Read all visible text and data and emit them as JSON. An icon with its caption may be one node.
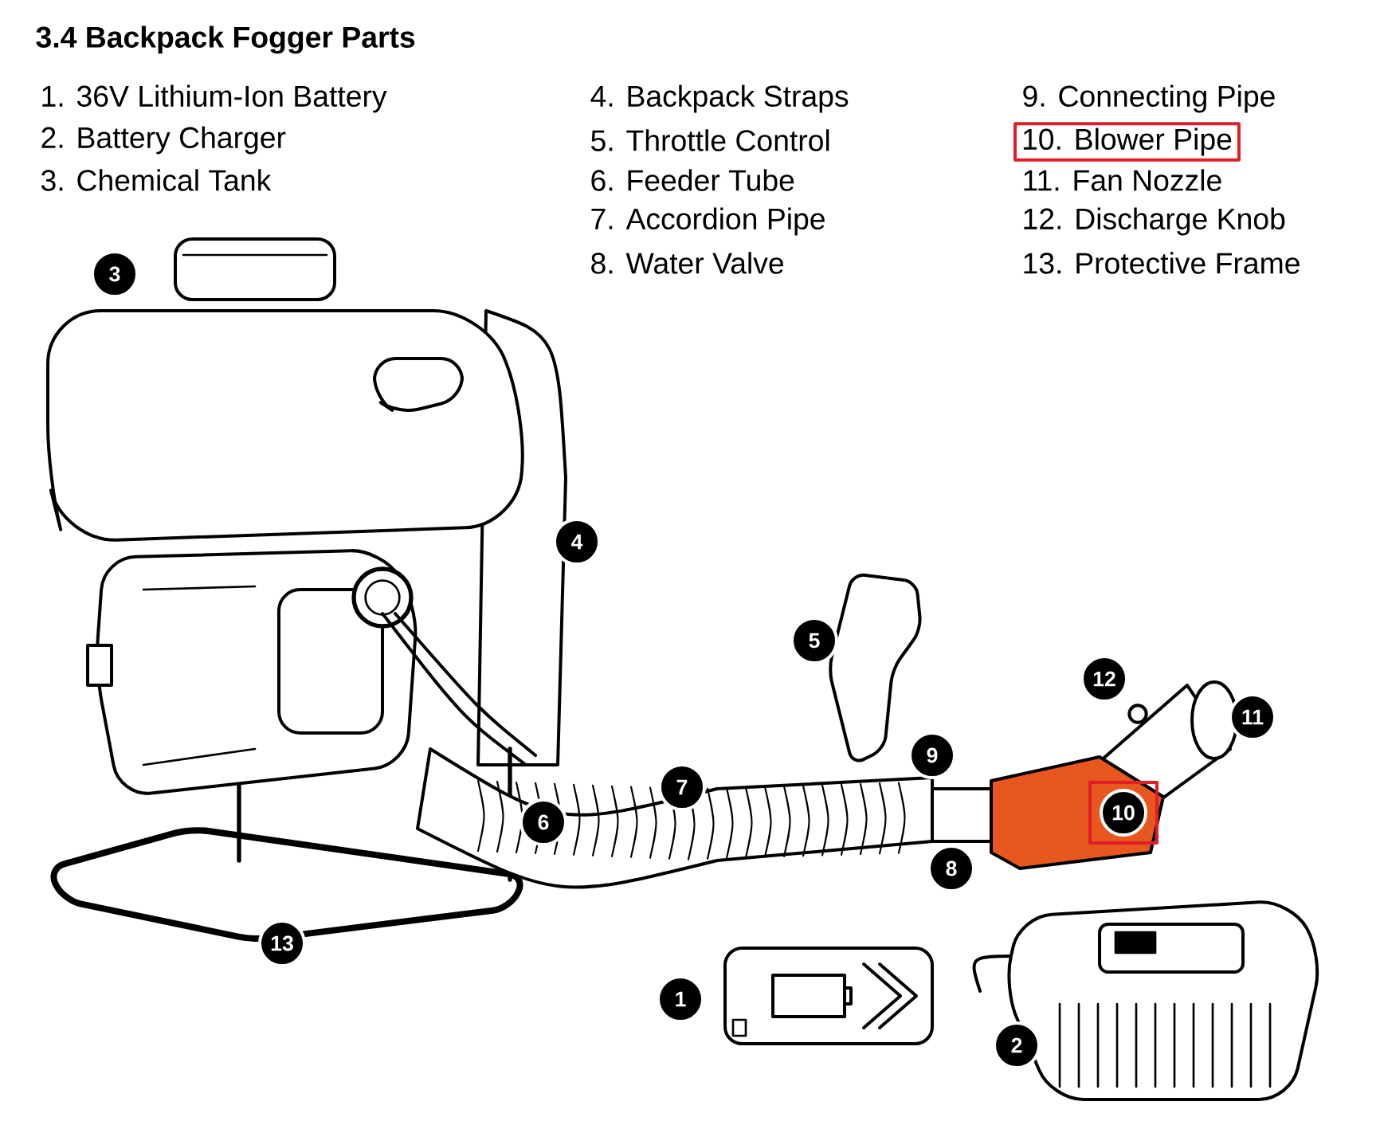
{
  "diagram": {
    "title": "3.4 Backpack Fogger Parts",
    "nodes": [
      {
        "text": [
          "10. Blower Pipe"
        ]
      },
      {
        "text": [
          "3"
        ]
      },
      {
        "text": [
          "4"
        ]
      },
      {
        "text": [
          "5"
        ]
      },
      {
        "text": [
          "12"
        ]
      },
      {
        "text": [
          "11"
        ]
      },
      {
        "text": [
          "9"
        ]
      },
      {
        "text": [
          "7"
        ]
      },
      {
        "text": [],
        "shape": "box"
      },
      {
        "text": [
          "10"
        ],
        "in": 8
      },
      {
        "text": [
          "6"
        ]
      },
      {
        "text": [
          "8"
        ]
      },
      {
        "text": [
          "13"
        ]
      },
      {
        "text": [
          "1"
        ]
      },
      {
        "text": [
          "2"
        ]
      }
    ],
    "labels": [
      "1. 36V Lithium-Ion Battery",
      "4. Backpack Straps",
      "9. Connecting Pipe",
      "2. Battery Charger",
      "5. Throttle Control",
      "3. Chemical Tank",
      "6. Feeder Tube",
      "11. Fan Nozzle",
      "7. Accordion Pipe",
      "12. Discharge Knob",
      "8. Water Valve",
      "13. Protective Frame"
    ]
  }
}
